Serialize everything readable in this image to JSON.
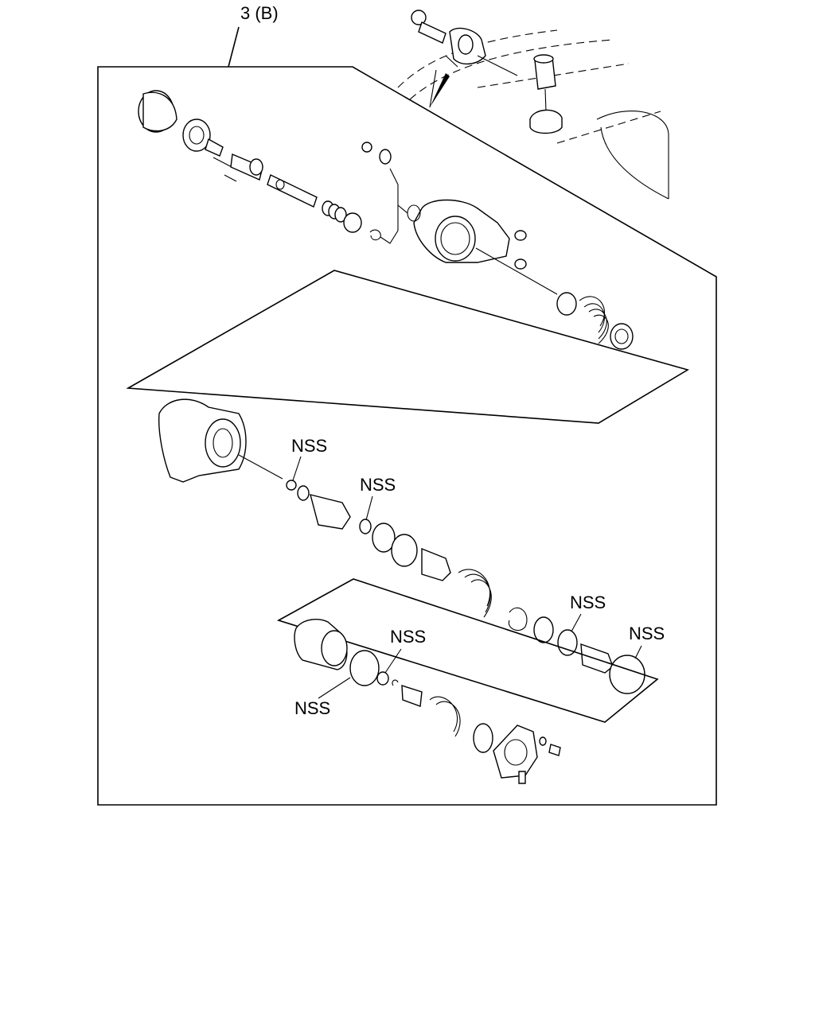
{
  "diagram": {
    "group_label": "3 (B)",
    "callouts": [
      {
        "text": "NSS"
      },
      {
        "text": "NSS"
      },
      {
        "text": "NSS"
      },
      {
        "text": "NSS"
      },
      {
        "text": "NSS"
      },
      {
        "text": "NSS"
      }
    ]
  }
}
